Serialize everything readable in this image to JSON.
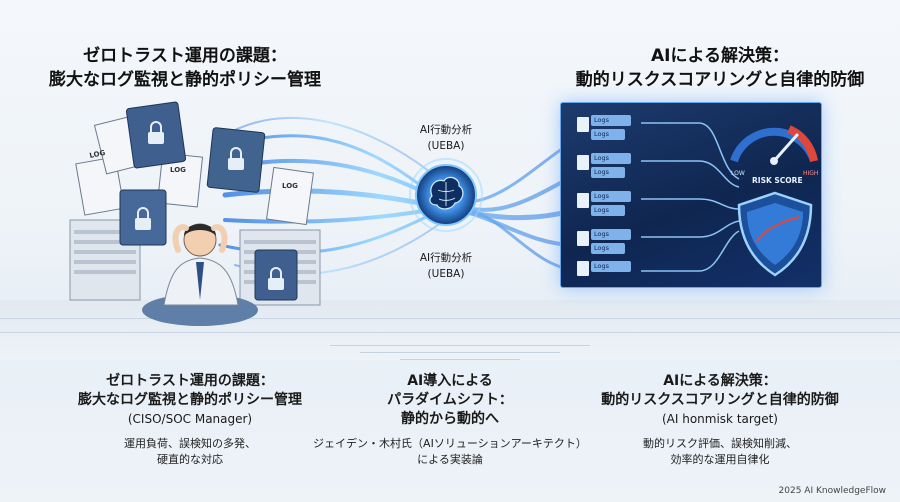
{
  "top_left_title": [
    "ゼロトラスト運用の課題：",
    "膨大なログ監視と静的ポリシー管理"
  ],
  "top_right_title": [
    "AIによる解決策：",
    "動的リスクスコアリングと自律的防御"
  ],
  "center_label_top": [
    "AI行動分析",
    "(UEBA)"
  ],
  "center_label_bottom": [
    "AI行動分析",
    "(UEBA)"
  ],
  "panel": {
    "log_label": "Logs",
    "gauge_low": "LOW",
    "gauge_high": "HIGH",
    "gauge_caption": "RISK SCORE"
  },
  "illustration": {
    "log_sheet_label": "LOG"
  },
  "bottom_left": {
    "title": [
      "ゼロトラスト運用の課題：",
      "膨大なログ監視と静的ポリシー管理"
    ],
    "role": "(CISO/SOC Manager)",
    "notes": [
      "運用負荷、誤検知の多発、",
      "硬直的な対応"
    ]
  },
  "bottom_center": {
    "title": [
      "AI導入による",
      "パラダイムシフト：",
      "静的から動的へ"
    ],
    "notes": [
      "ジェイデン・木村氏（AIソリューションアーキテクト）",
      "による実装論"
    ]
  },
  "bottom_right": {
    "title": [
      "AIによる解決策：",
      "動的リスクスコアリングと自律的防御"
    ],
    "role": "(AI honmisk target)",
    "notes": [
      "動的リスク評価、誤検知削減、",
      "効率的な運用自律化"
    ]
  },
  "footer": "2025 AI KnowledgeFlow",
  "colors": {
    "panel_bg": "#0f2650",
    "accent_blue": "#3d8ef0",
    "glow": "#7fc8ff",
    "shield": "#5aa8ff"
  }
}
